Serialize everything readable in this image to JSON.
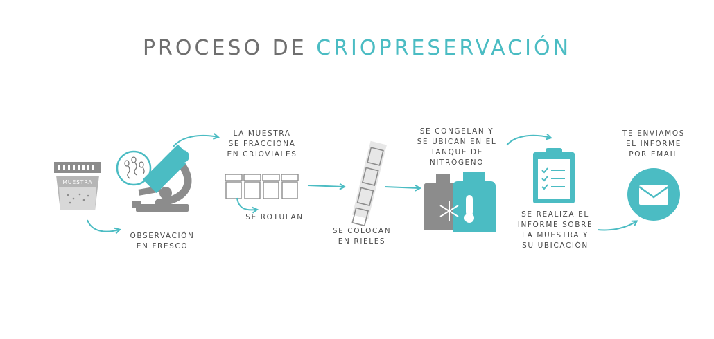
{
  "title": {
    "part1": "PROCESO DE",
    "part2": "CRIOPRESERVACIÓN"
  },
  "colors": {
    "teal": "#4bbcc3",
    "gray": "#8c8c8c",
    "light_gray": "#d6d6d6",
    "text": "#4a4a4a"
  },
  "steps": {
    "sample_label": "MUESTRA",
    "observation": "OBSERVACIÓN\nEN FRESCO",
    "fraction": "LA MUESTRA\nSE FRACCIONA\nEN CRIOVIALES",
    "labeled": "SE ROTULAN",
    "rails": "SE COLOCAN\nEN RIELES",
    "freeze": "SE CONGELAN Y\nSE UBICAN EN EL\nTANQUE DE\nNITRÓGENO",
    "report": "SE REALIZA EL\nINFORME SOBRE\nLA MUESTRA Y\nSU UBICACIÓN",
    "email": "TE ENVIAMOS\nEL INFORME\nPOR EMAIL"
  },
  "icons": [
    "sample-cup-icon",
    "sperm-bubble-icon",
    "microscope-icon",
    "cryovials-icon",
    "rail-straw-icon",
    "nitrogen-tank-icon",
    "clipboard-icon",
    "email-icon"
  ]
}
